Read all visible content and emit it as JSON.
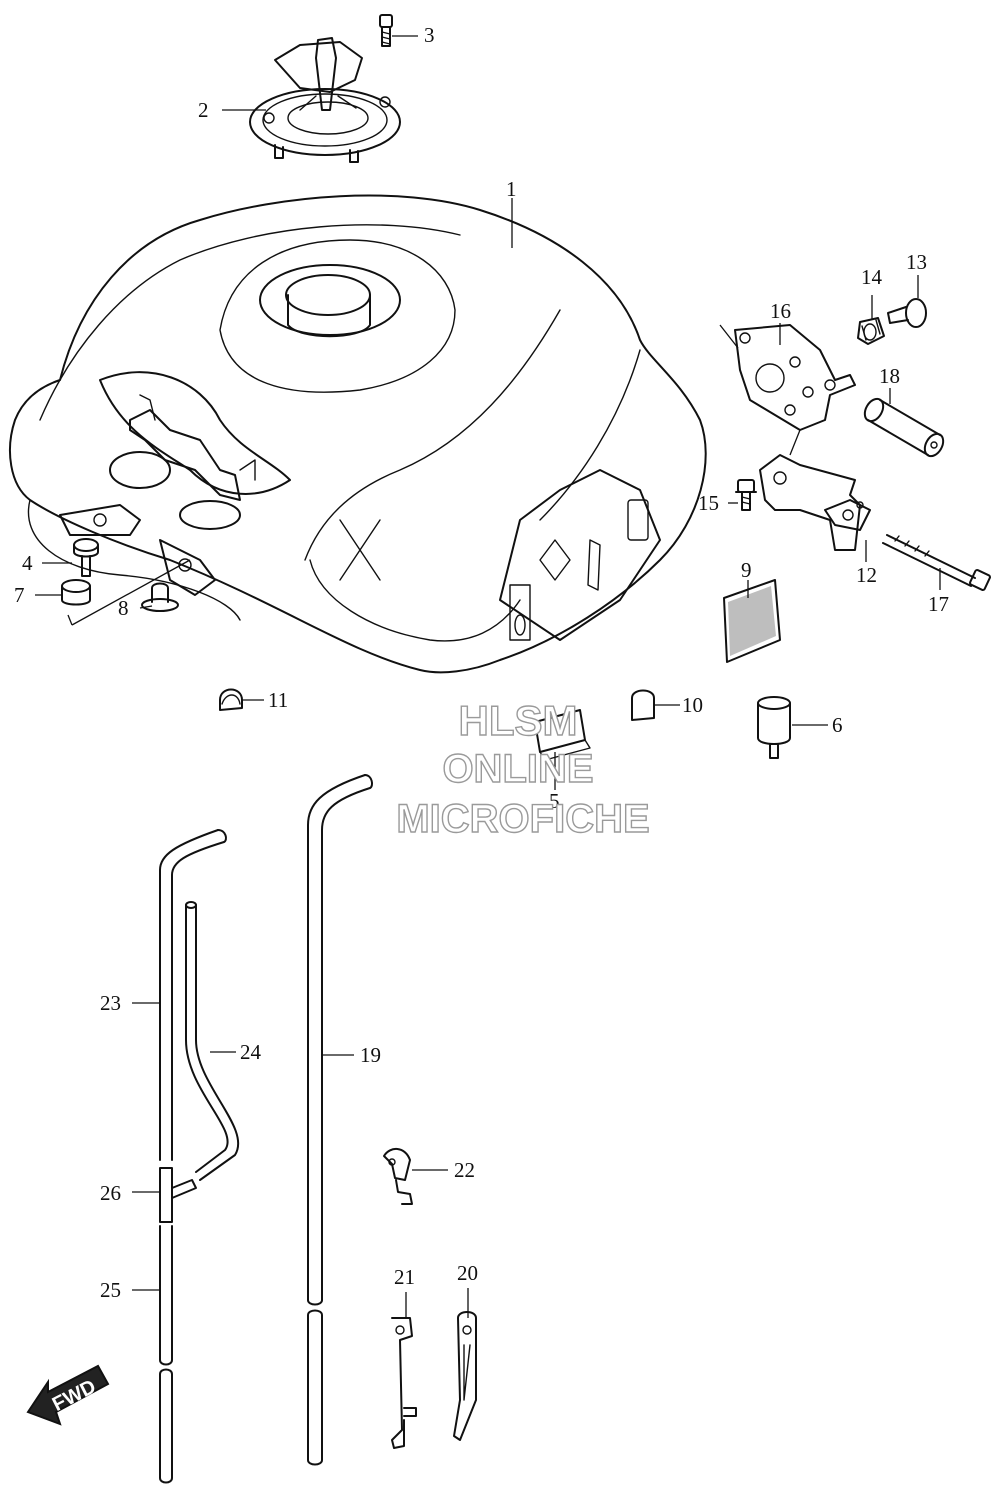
{
  "callouts": {
    "c1": "1",
    "c2": "2",
    "c3": "3",
    "c4": "4",
    "c5": "5",
    "c6": "6",
    "c7": "7",
    "c8": "8",
    "c9": "9",
    "c10": "10",
    "c11": "11",
    "c12": "12",
    "c13": "13",
    "c14": "14",
    "c15": "15",
    "c16": "16",
    "c17": "17",
    "c18": "18",
    "c19": "19",
    "c20": "20",
    "c21": "21",
    "c22": "22",
    "c23": "23",
    "c24": "24",
    "c25": "25",
    "c26": "26"
  },
  "watermark": {
    "line1": "HLSM",
    "line2": "ONLINE",
    "line3": "MICROFICHE"
  },
  "direction_marker": {
    "label": "FWD"
  },
  "colors": {
    "line": "#111111",
    "watermark_outline": "#9a9a9a",
    "background": "#ffffff"
  }
}
